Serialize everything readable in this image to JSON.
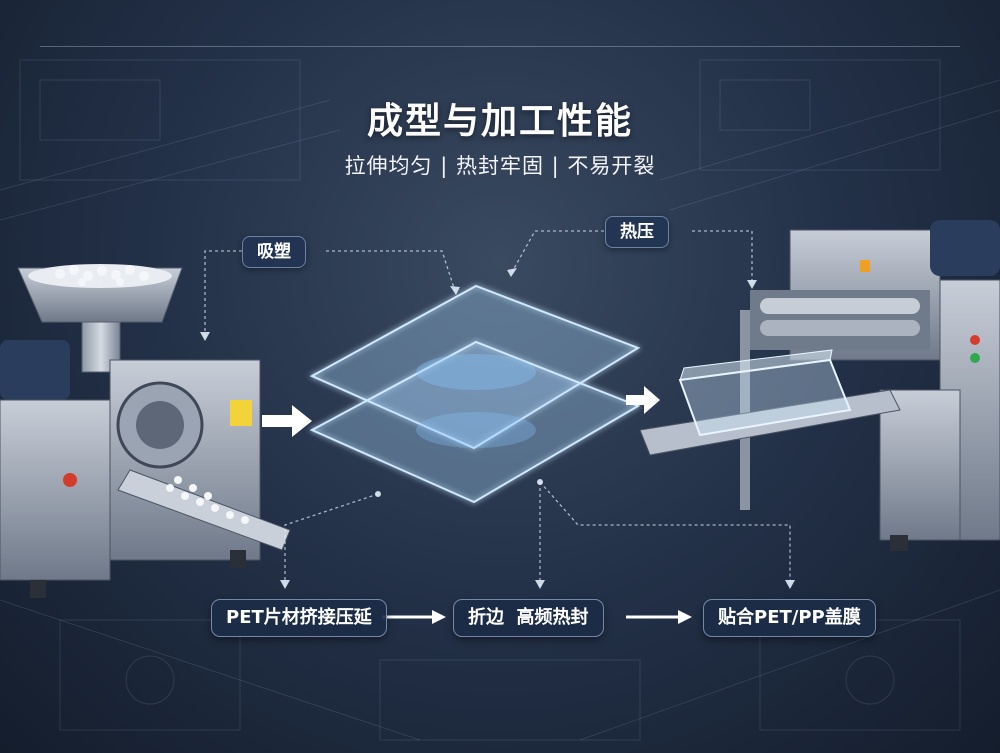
{
  "header": {
    "title": "成型与加工性能",
    "subtitle": "拉伸均匀 | 热封牢固 | 不易开裂"
  },
  "labels": {
    "thermoforming": "吸塑",
    "heat_press": "热压"
  },
  "process_steps": [
    "PET片材挤接压延",
    "折边  高频热封",
    "贴合PET/PP盖膜"
  ],
  "colors": {
    "background": "#24324a",
    "tag_fill": "#22344f",
    "film_glow": "#8fd0ff",
    "arrow": "#ffffff"
  }
}
